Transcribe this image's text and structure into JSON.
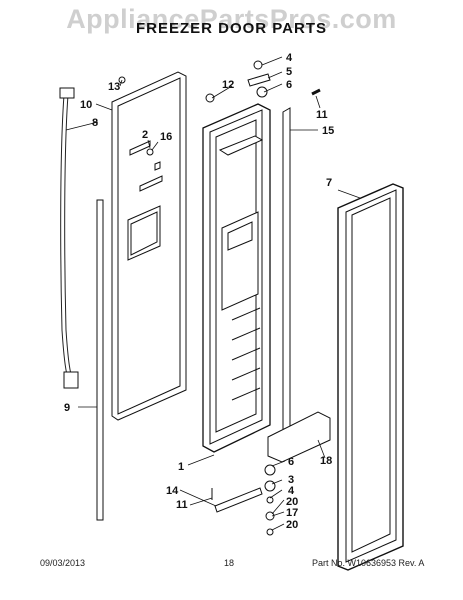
{
  "watermark": "AppliancePartsPros.com",
  "title": "FREEZER DOOR PARTS",
  "callouts": [
    "13",
    "10",
    "8",
    "2",
    "16",
    "12",
    "4",
    "5",
    "6",
    "11",
    "15",
    "7",
    "9",
    "1",
    "6",
    "3",
    "4",
    "14",
    "11",
    "20",
    "17",
    "20",
    "18"
  ],
  "footer": {
    "date": "09/03/2013",
    "page": "18",
    "part_no": "Part No. W10636953  Rev. A"
  }
}
